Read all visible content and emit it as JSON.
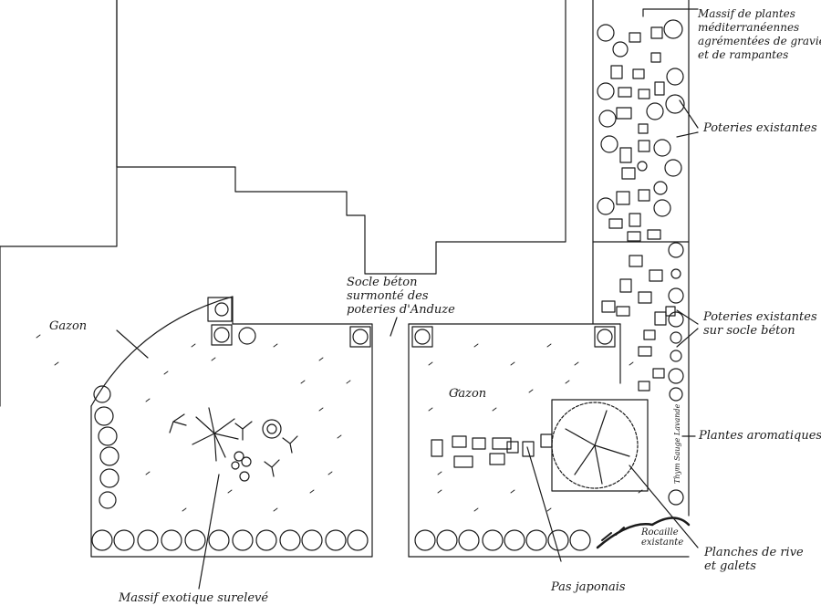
{
  "diagram": {
    "ink_color": "#1a1a1a",
    "paper_color": "#ffffff"
  },
  "labels": {
    "gazon_left": "Gazon",
    "gazon_center": "Gazon",
    "socle_beton": "Socle béton\nsurmonté des\npoteries d'Anduze",
    "massif_mediterraneen": "Massif de plantes\nméditerranéennes\nagrémentées de gravier\net de rampantes",
    "poteries_existantes": "Poteries existantes",
    "poteries_socle": "Poteries existantes\nsur socle béton",
    "plantes_aromatiques": "Plantes aromatiques",
    "pas_japonais": "Pas japonais",
    "planches_rive": "Planches de rive\net galets",
    "rocaille": "Rocaille\nexistante",
    "massif_exotique": "Massif exotique surelevé",
    "aromatic_vertical": "Thym Sauge Lavande"
  }
}
